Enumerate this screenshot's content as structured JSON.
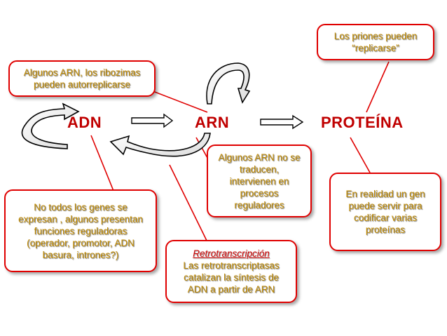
{
  "nodes": {
    "adn": "ADN",
    "arn": "ARN",
    "proteina": "PROTEÍNA"
  },
  "callouts": {
    "ribozimas": [
      "Algunos ARN, los ribozimas",
      "pueden autorreplicarse"
    ],
    "priones": [
      "Los priones pueden",
      "“replicarse”"
    ],
    "arn_no_traducen": [
      "Algunos ARN no se",
      "traducen,",
      "intervienen en",
      "procesos",
      "reguladores"
    ],
    "gen": [
      "En realidad  un gen",
      "puede servir para",
      "codificar varias",
      "proteínas"
    ],
    "genes": [
      "No todos los genes se",
      "expresan , algunos presentan",
      "funciones reguladoras",
      "(operador, promotor, ADN",
      "basura, intrones?)"
    ],
    "retro": {
      "title": "Retrotranscripción",
      "lines": [
        "Las retrotranscriptasas",
        "catalizan la síntesis de",
        "ADN a partir de ARN"
      ]
    }
  },
  "colors": {
    "node_text": "#c00000",
    "callout_border": "#e00000",
    "callout_text": "#c08a00",
    "pointer_line": "#e00000"
  }
}
